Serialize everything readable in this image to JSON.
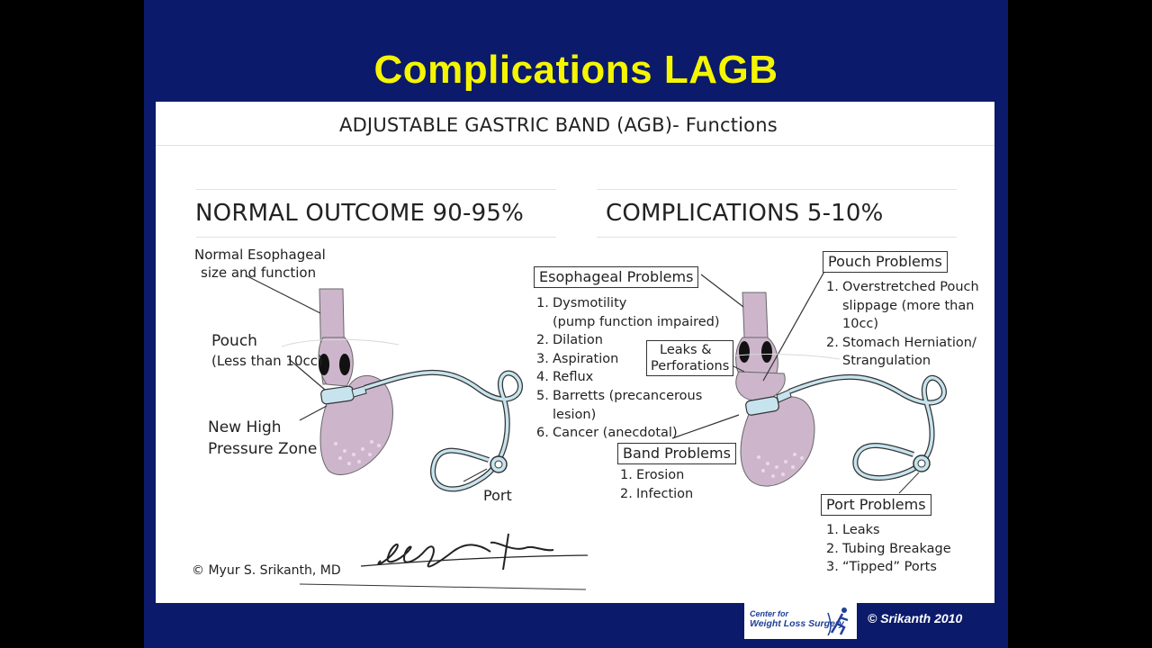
{
  "slide": {
    "title": "Complications LAGB",
    "footer_copyright": "© Srikanth 2010",
    "logo": {
      "line1": "Center for",
      "line2": "Weight Loss Surgery"
    }
  },
  "diagram": {
    "heading": "ADJUSTABLE GASTRIC BAND (AGB)- Functions",
    "left": {
      "title": "NORMAL OUTCOME 90-95%",
      "labels": {
        "esophageal_line1": "Normal Esophageal",
        "esophageal_line2": "size and function",
        "pouch": "Pouch",
        "pouch_sub": "(Less than 10cc)",
        "zone_line1": "New  High",
        "zone_line2": "Pressure Zone",
        "port": "Port"
      },
      "credit": "© Myur S. Srikanth, MD"
    },
    "right": {
      "title": "COMPLICATIONS 5-10%",
      "esophageal": {
        "title": "Esophageal Problems",
        "items": [
          {
            "num": "1.",
            "text": "Dysmotility"
          },
          {
            "num": "",
            "text": "(pump function impaired)"
          },
          {
            "num": "2.",
            "text": "Dilation"
          },
          {
            "num": "3.",
            "text": "Aspiration"
          },
          {
            "num": "4.",
            "text": "Reflux"
          },
          {
            "num": "5.",
            "text": "Barretts (precancerous"
          },
          {
            "num": "",
            "text": "lesion)"
          },
          {
            "num": "6.",
            "text": "Cancer (anecdotal)"
          }
        ]
      },
      "leaks": {
        "line1": "Leaks &",
        "line2": "Perforations"
      },
      "band": {
        "title": "Band Problems",
        "items": [
          {
            "num": "1.",
            "text": "Erosion"
          },
          {
            "num": "2.",
            "text": "Infection"
          }
        ]
      },
      "pouch": {
        "title": "Pouch Problems",
        "items": [
          {
            "num": "1.",
            "text": "Overstretched Pouch"
          },
          {
            "num": "",
            "text": "slippage (more than"
          },
          {
            "num": "",
            "text": "10cc)"
          },
          {
            "num": "2.",
            "text": "Stomach Herniation/"
          },
          {
            "num": "",
            "text": "Strangulation"
          }
        ]
      },
      "port": {
        "title": "Port Problems",
        "items": [
          {
            "num": "1.",
            "text": "Leaks"
          },
          {
            "num": "2.",
            "text": "Tubing Breakage"
          },
          {
            "num": "3.",
            "text": "“Tipped” Ports"
          }
        ]
      }
    }
  }
}
